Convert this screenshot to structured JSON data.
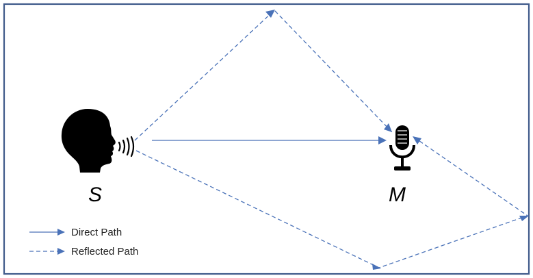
{
  "labels": {
    "source": "S",
    "microphone": "M"
  },
  "legend": {
    "direct": "Direct Path",
    "reflected": "Reflected Path"
  },
  "colors": {
    "path": "#4a72b8",
    "frame": "#3f5a8a",
    "icons": "#000000"
  },
  "icons": {
    "source": "speaking-head-icon",
    "microphone": "microphone-icon"
  }
}
